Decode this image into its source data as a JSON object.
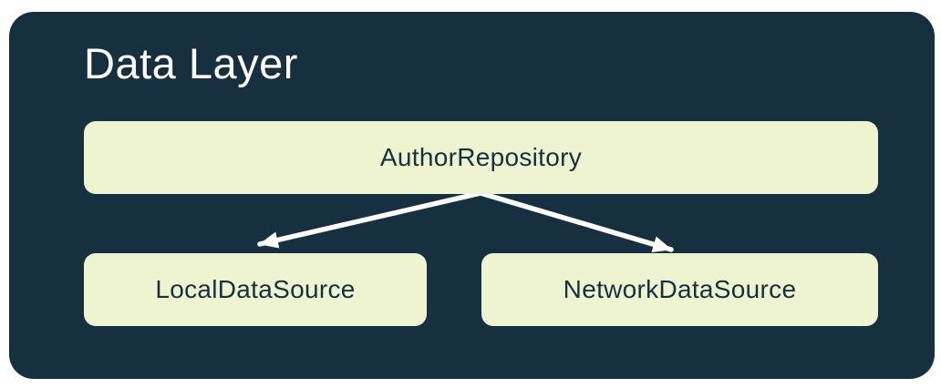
{
  "diagram": {
    "title": "Data Layer",
    "nodes": [
      {
        "id": "author-repository",
        "label": "AuthorRepository"
      },
      {
        "id": "local-data-source",
        "label": "LocalDataSource"
      },
      {
        "id": "network-data-source",
        "label": "NetworkDataSource"
      }
    ],
    "edges": [
      {
        "from": "AuthorRepository",
        "to": "LocalDataSource"
      },
      {
        "from": "AuthorRepository",
        "to": "NetworkDataSource"
      }
    ],
    "colors": {
      "page_bg": "#FFFFFF",
      "panel_bg": "#16303F",
      "node_bg": "#EFF4D0",
      "node_text": "#16303F",
      "title_text": "#FFFFFF",
      "arrow": "#FFFFFF"
    }
  }
}
